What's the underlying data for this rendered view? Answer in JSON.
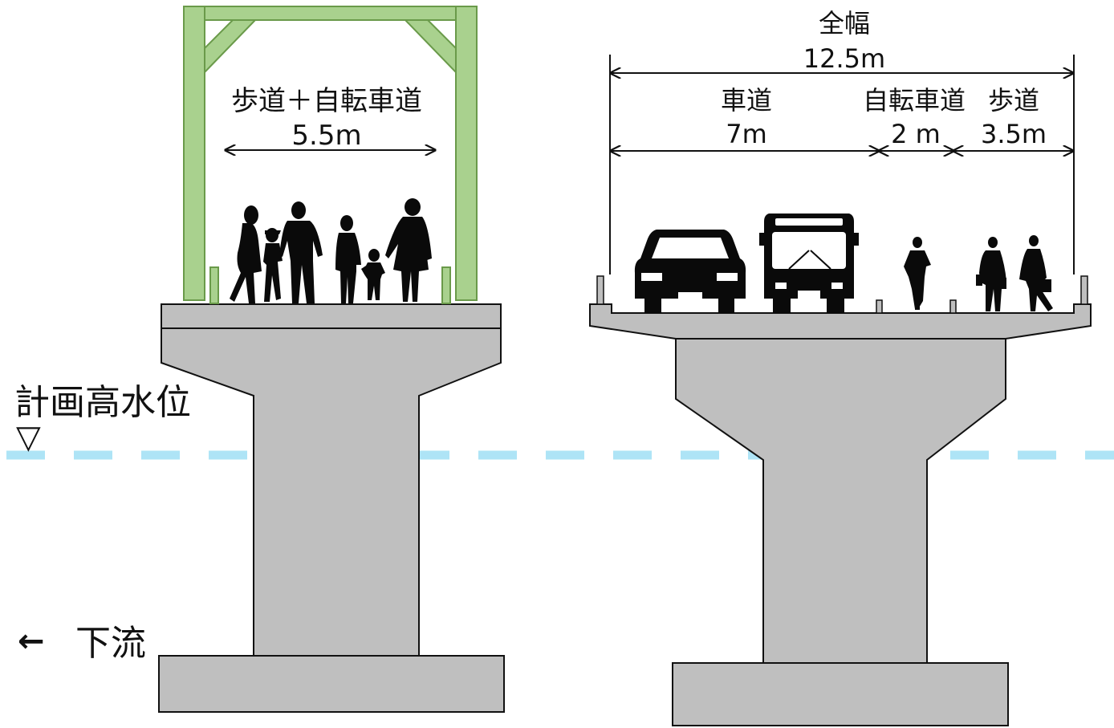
{
  "water": {
    "label": "計画高水位",
    "marker": "▽",
    "line_color": "#aee4f6"
  },
  "flow": {
    "arrow": "←",
    "label": "下流"
  },
  "left_section": {
    "title": "歩道＋自転車道",
    "width": "5.5m",
    "frame_color": "#a9d18e"
  },
  "right_section": {
    "total_title": "全幅",
    "total_width": "12.5m",
    "lanes": [
      {
        "name": "車道",
        "width": "7m"
      },
      {
        "name": "自転車道",
        "width": "2 m"
      },
      {
        "name": "歩道",
        "width": "3.5m"
      }
    ]
  },
  "colors": {
    "concrete": "#bfbfbf",
    "outline": "#111111",
    "silhouette": "#0a0a0a"
  }
}
